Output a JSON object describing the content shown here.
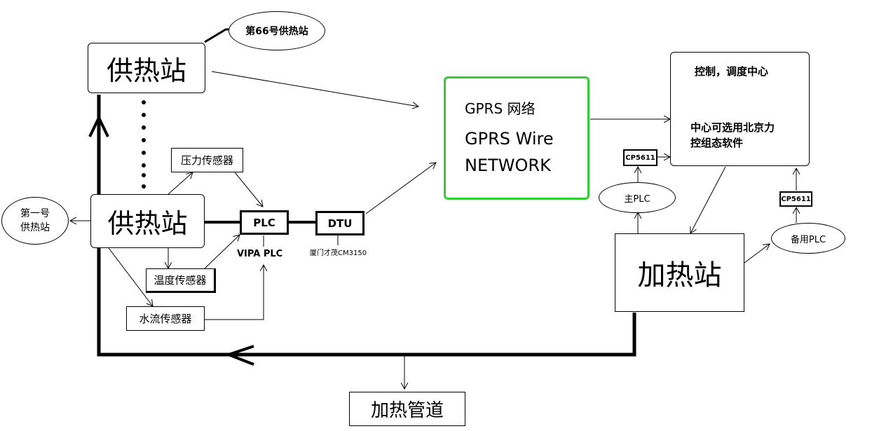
{
  "stations": {
    "top": "供热站",
    "main": "供热站",
    "station66": "第66号供热站",
    "first_line1": "第一号",
    "first_line2": "供热站"
  },
  "sensors": {
    "pressure": "压力传感器",
    "temperature": "温度传感器",
    "water_flow": "水流传感器"
  },
  "devices": {
    "plc": "PLC",
    "vipa_plc": "VIPA PLC",
    "dtu": "DTU",
    "dtu_model": "厦门才茂CM3150"
  },
  "network": {
    "line1": "GPRS 网络",
    "line2": "GPRS Wire",
    "line3": "NETWORK",
    "border_color": "#33cc33"
  },
  "control_center": {
    "title": "控制，调度中心",
    "desc_line1": "中心可选用北京力",
    "desc_line2": "控组态软件"
  },
  "heating": {
    "station": "加热站",
    "pipe": "加热管道",
    "main_plc": "主PLC",
    "backup_plc": "备用PLC",
    "cp5611_a": "CP5611",
    "cp5611_b": "CP5611"
  }
}
